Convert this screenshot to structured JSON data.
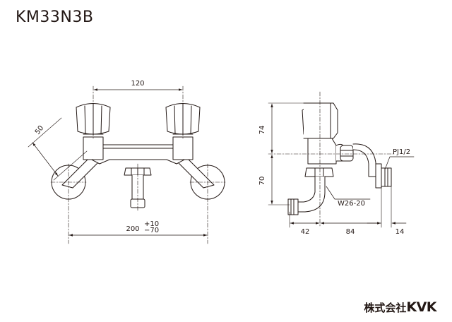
{
  "title": "KM33N3B",
  "brand": {
    "prefix": "株式会社",
    "name": "KVK"
  },
  "front_view": {
    "dims": {
      "width_top": "120",
      "handle_angle": "50",
      "width_bottom": "200",
      "tol_plus": "+10",
      "tol_minus": "−70"
    }
  },
  "side_view": {
    "dims": {
      "upper_height": "74",
      "lower_height": "70",
      "spout_depth": "42",
      "body_depth": "84",
      "thread_len": "14"
    },
    "labels": {
      "pipe_thread": "PJ1/2",
      "hose_thread": "W26-20"
    }
  },
  "colors": {
    "line": "#231815",
    "fill": "#ffffff"
  }
}
